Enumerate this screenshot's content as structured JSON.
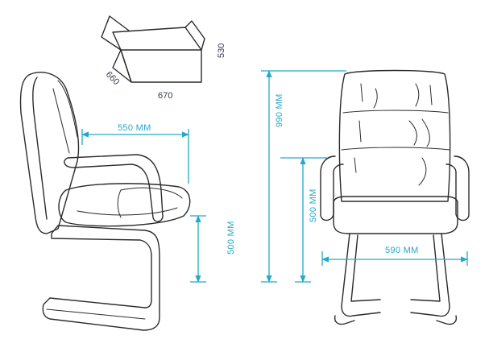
{
  "diagram": {
    "colors": {
      "outline": "#2b2b2b",
      "dimension": "#23a9c9",
      "box_text": "#2f3a4a"
    },
    "box": {
      "length_label": "670",
      "depth_label": "660",
      "height_label": "530"
    },
    "side_view": {
      "depth_label": "550 MM",
      "seat_height_label": "500 MM"
    },
    "front_view": {
      "height_label": "990 MM",
      "seat_height_label": "500 MM",
      "width_label": "590 MM"
    }
  }
}
